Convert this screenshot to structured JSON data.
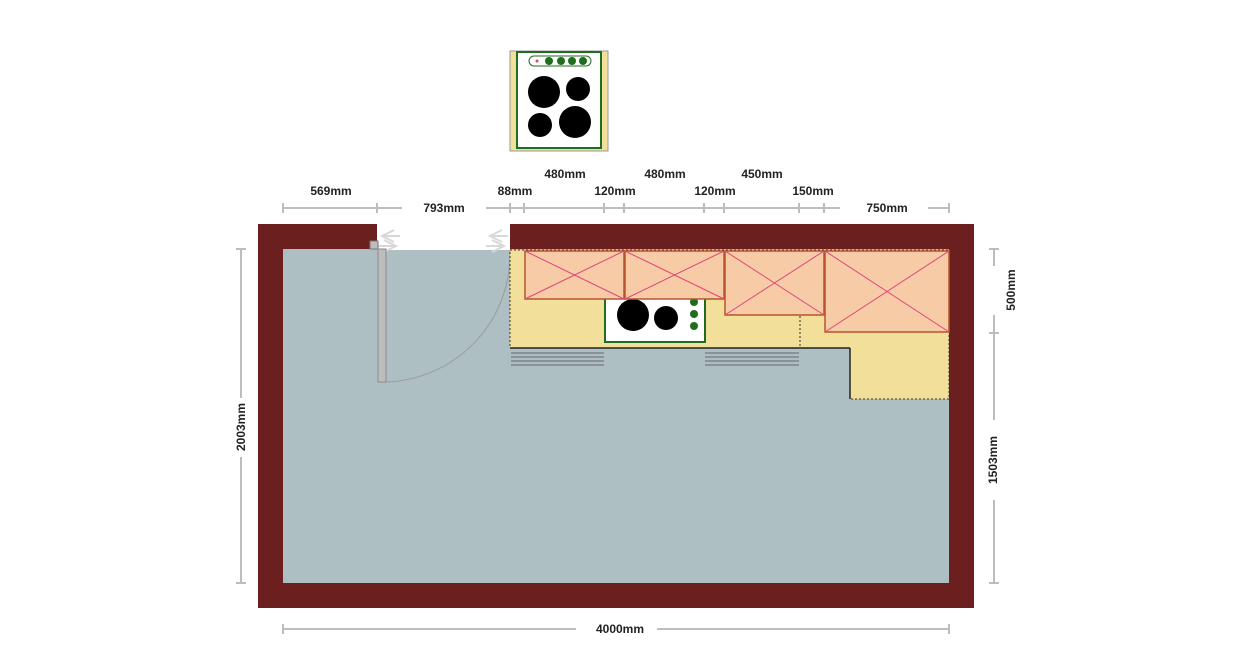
{
  "plan": {
    "colors": {
      "wall": "#6b1f1f",
      "floor": "#aebfc4",
      "counter": "#f1df9a",
      "cabinet": "#f6cba6",
      "cabinet_border": "#b8552f",
      "cabinet_cross": "#e0457a",
      "dim_line": "#bdbdbd",
      "hob_green": "#1f6e1f"
    },
    "dimensions": {
      "top_row1": [
        "480mm",
        "480mm",
        "450mm"
      ],
      "top_row2": [
        "569mm",
        "88mm",
        "120mm",
        "120mm",
        "150mm"
      ],
      "top_row3": [
        "793mm",
        "750mm"
      ],
      "left": "2003mm",
      "right_upper": "500mm",
      "right_lower": "1503mm",
      "bottom": "4000mm"
    },
    "legend_item": "hob-icon"
  }
}
